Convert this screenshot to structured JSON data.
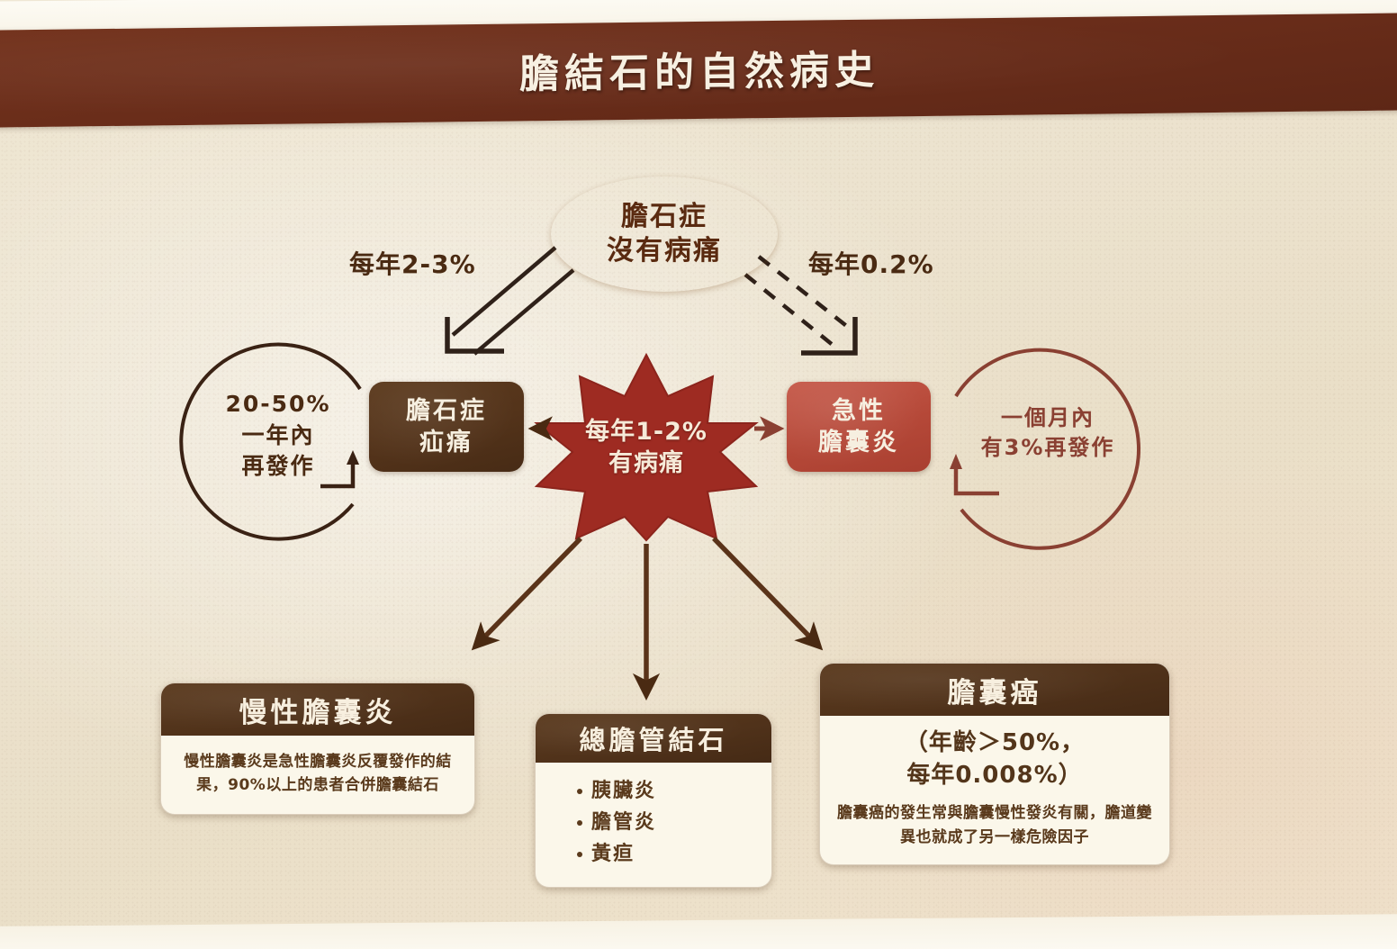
{
  "banner": {
    "title": "膽結石的自然病史",
    "color": "#6a2d1a"
  },
  "nodes": {
    "asymptomatic": {
      "line1": "膽石症",
      "line2": "沒有病痛",
      "color": "#e59a1f"
    },
    "symptomatic": {
      "line1": "每年1-2%",
      "line2": "有病痛",
      "color": "#9e2b22"
    },
    "biliary_colic": {
      "line1": "膽石症",
      "line2": "疝痛",
      "color": "#53331a"
    },
    "acute_cholecystitis": {
      "line1": "急性",
      "line2": "膽囊炎",
      "color": "#b54838"
    }
  },
  "edges": {
    "to_symptomatic_label": "每年2-3%",
    "to_acute_label": "每年0.2%"
  },
  "loops": {
    "left": {
      "line1": "20-50%",
      "line2": "一年內",
      "line3": "再發作"
    },
    "right": {
      "line1": "一個月內",
      "line2": "有3%再發作"
    }
  },
  "cards": {
    "chronic_cholecystitis": {
      "title": "慢性膽囊炎",
      "body": "慢性膽囊炎是急性膽囊炎反覆發作的結果，90%以上的患者合併膽囊結石"
    },
    "cbd_stone": {
      "title": "總膽管結石",
      "items": [
        "胰臟炎",
        "膽管炎",
        "黃疸"
      ]
    },
    "gallbladder_cancer": {
      "title": "膽囊癌",
      "stat_line1": "（年齡＞50%，",
      "stat_line2": "每年0.008%）",
      "note": "膽囊癌的發生常與膽囊慢性發炎有關，膽道變異也就成了另一樣危險因子"
    }
  }
}
